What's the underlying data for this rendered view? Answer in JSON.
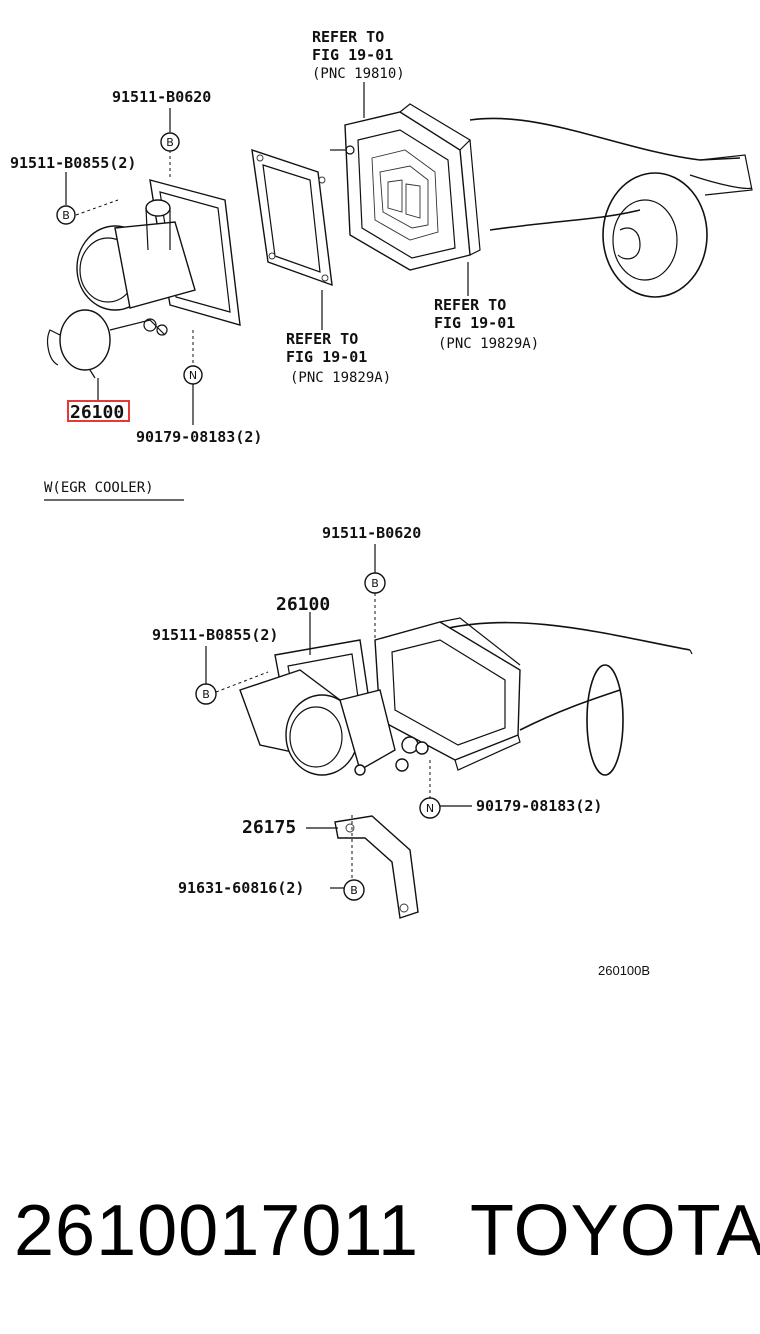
{
  "diagram": {
    "top": {
      "ref1": {
        "line1": "REFER TO",
        "line2": "FIG 19-01",
        "line3": "(PNC 19810)"
      },
      "ref2": {
        "line1": "REFER TO",
        "line2": "FIG 19-01",
        "line3": "(PNC 19829A)"
      },
      "ref3": {
        "line1": "REFER TO",
        "line2": "FIG 19-01",
        "line3": "(PNC 19829A)"
      },
      "part_91511_B0620": "91511-B0620",
      "part_91511_B0855": "91511-B0855(2)",
      "part_26100_highlight": "26100",
      "part_90179_08183": "90179-08183(2)",
      "marker_b1": "B",
      "marker_b2": "B",
      "marker_n": "N"
    },
    "variant_label": "W(EGR COOLER)",
    "bottom": {
      "part_91511_B0620": "91511-B0620",
      "part_26100": "26100",
      "part_91511_B0855": "91511-B0855(2)",
      "part_90179_08183": "90179-08183(2)",
      "part_26175": "26175",
      "part_91631_60816": "91631-60816(2)",
      "marker_b1": "B",
      "marker_b2": "B",
      "marker_b3": "B",
      "marker_n": "N"
    },
    "figure_code": "260100B",
    "highlight_color": "#e53935"
  },
  "footer": {
    "part_number": "2610017011",
    "brand": "TOYOTA"
  }
}
